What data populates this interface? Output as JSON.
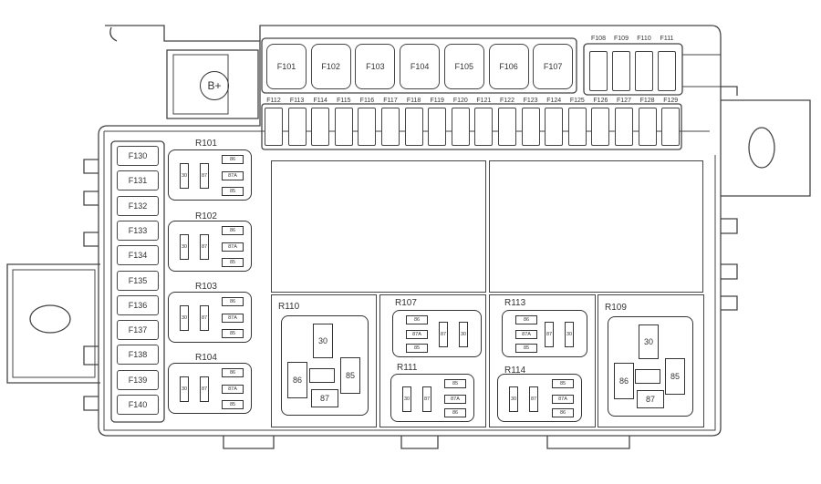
{
  "battery_terminal": {
    "label": "B+"
  },
  "top_large_fuses": [
    "F101",
    "F102",
    "F103",
    "F104",
    "F105",
    "F106",
    "F107"
  ],
  "top_right_fuses": [
    "F108",
    "F109",
    "F110",
    "F111"
  ],
  "mini_fuse_row": [
    "F112",
    "F113",
    "F114",
    "F115",
    "F116",
    "F117",
    "F118",
    "F119",
    "F120",
    "F121",
    "F122",
    "F123",
    "F124",
    "F125",
    "F126",
    "F127",
    "F128",
    "F129"
  ],
  "left_fuse_column": [
    "F130",
    "F131",
    "F132",
    "F133",
    "F134",
    "F135",
    "F136",
    "F137",
    "F138",
    "F139",
    "F140"
  ],
  "relays": [
    {
      "id": "R101",
      "style": "mini-left",
      "pins": [
        "30",
        "87",
        "86",
        "87A",
        "85"
      ]
    },
    {
      "id": "R102",
      "style": "mini-left",
      "pins": [
        "30",
        "87",
        "86",
        "87A",
        "85"
      ]
    },
    {
      "id": "R103",
      "style": "mini-left",
      "pins": [
        "30",
        "87",
        "86",
        "87A",
        "85"
      ]
    },
    {
      "id": "R104",
      "style": "mini-left",
      "pins": [
        "30",
        "87",
        "86",
        "87A",
        "85"
      ]
    },
    {
      "id": "R110",
      "style": "square",
      "pins": [
        "30",
        "86",
        "85",
        "87"
      ]
    },
    {
      "id": "R107",
      "style": "mini-right",
      "pins": [
        "86",
        "87A",
        "85",
        "87",
        "30"
      ]
    },
    {
      "id": "R111",
      "style": "mini-left",
      "pins": [
        "30",
        "87",
        "85",
        "87A",
        "86"
      ]
    },
    {
      "id": "R113",
      "style": "mini-right",
      "pins": [
        "86",
        "87A",
        "85",
        "87",
        "30"
      ]
    },
    {
      "id": "R114",
      "style": "mini-left",
      "pins": [
        "30",
        "87",
        "85",
        "87A",
        "86"
      ]
    },
    {
      "id": "R109",
      "style": "square",
      "pins": [
        "30",
        "86",
        "85",
        "87"
      ]
    }
  ]
}
